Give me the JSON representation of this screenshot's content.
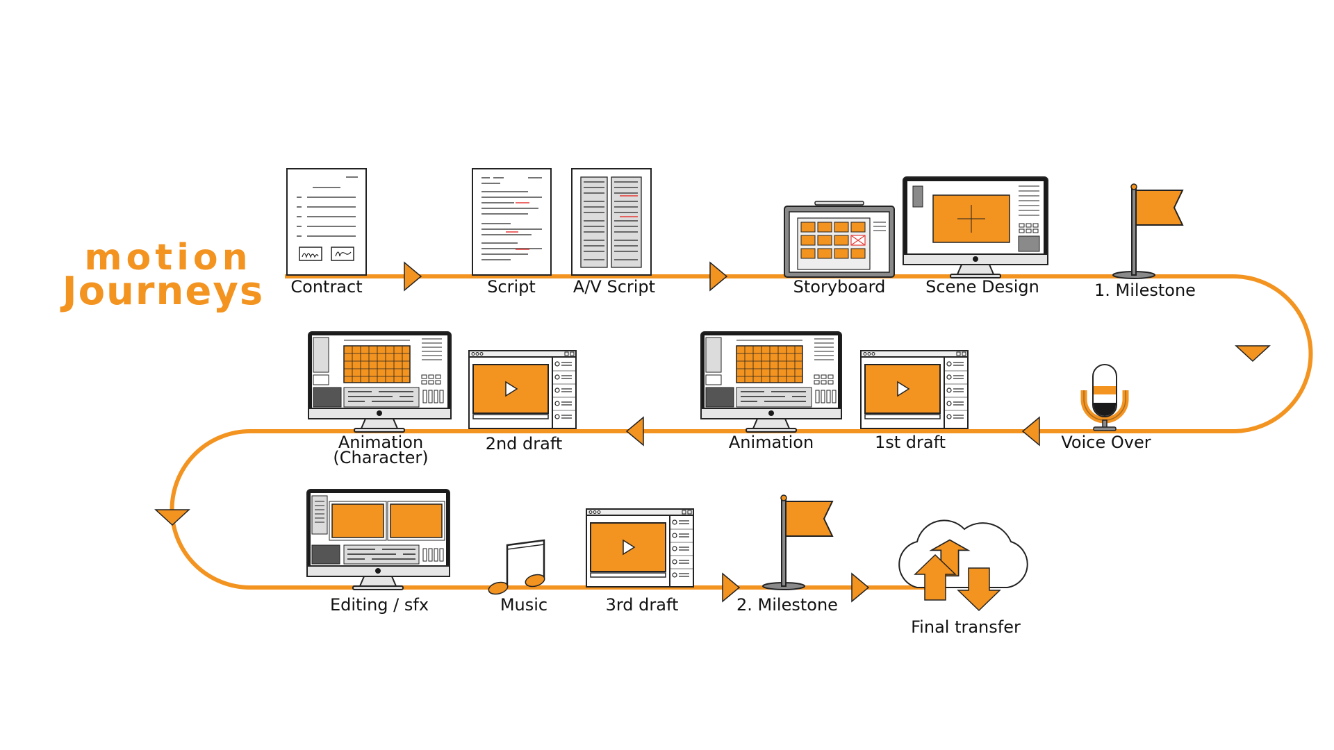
{
  "brand": {
    "line1": "motion",
    "line2": "Journeys"
  },
  "colors": {
    "accent": "#f39320",
    "stroke": "#1a1a1a",
    "light_gray": "#dcdcdc",
    "mid_gray": "#8a8a8a",
    "red_mark": "#e53935"
  },
  "steps": {
    "contract": "Contract",
    "script": "Script",
    "av_script": "A/V Script",
    "storyboard": "Storyboard",
    "scene_design": "Scene Design",
    "milestone1": "1. Milestone",
    "voice_over": "Voice Over",
    "first_draft": "1st draft",
    "animation": "Animation",
    "second_draft": "2nd draft",
    "animation_character_line1": "Animation",
    "animation_character_line2": "(Character)",
    "editing_sfx": "Editing / sfx",
    "music": "Music",
    "third_draft": "3rd draft",
    "milestone2": "2. Milestone",
    "final_transfer": "Final transfer"
  },
  "icons": {
    "contract": "contract-document-icon",
    "script": "script-document-icon",
    "av_script": "av-script-document-icon",
    "storyboard": "tablet-storyboard-icon",
    "scene_design": "desktop-monitor-icon",
    "milestone": "flag-icon",
    "voice_over": "microphone-icon",
    "draft": "video-player-window-icon",
    "animation": "animation-software-monitor-icon",
    "editing": "editing-software-monitor-icon",
    "music": "music-note-icon",
    "final_transfer": "cloud-transfer-icon",
    "direction": "arrow-triangle-icon"
  }
}
